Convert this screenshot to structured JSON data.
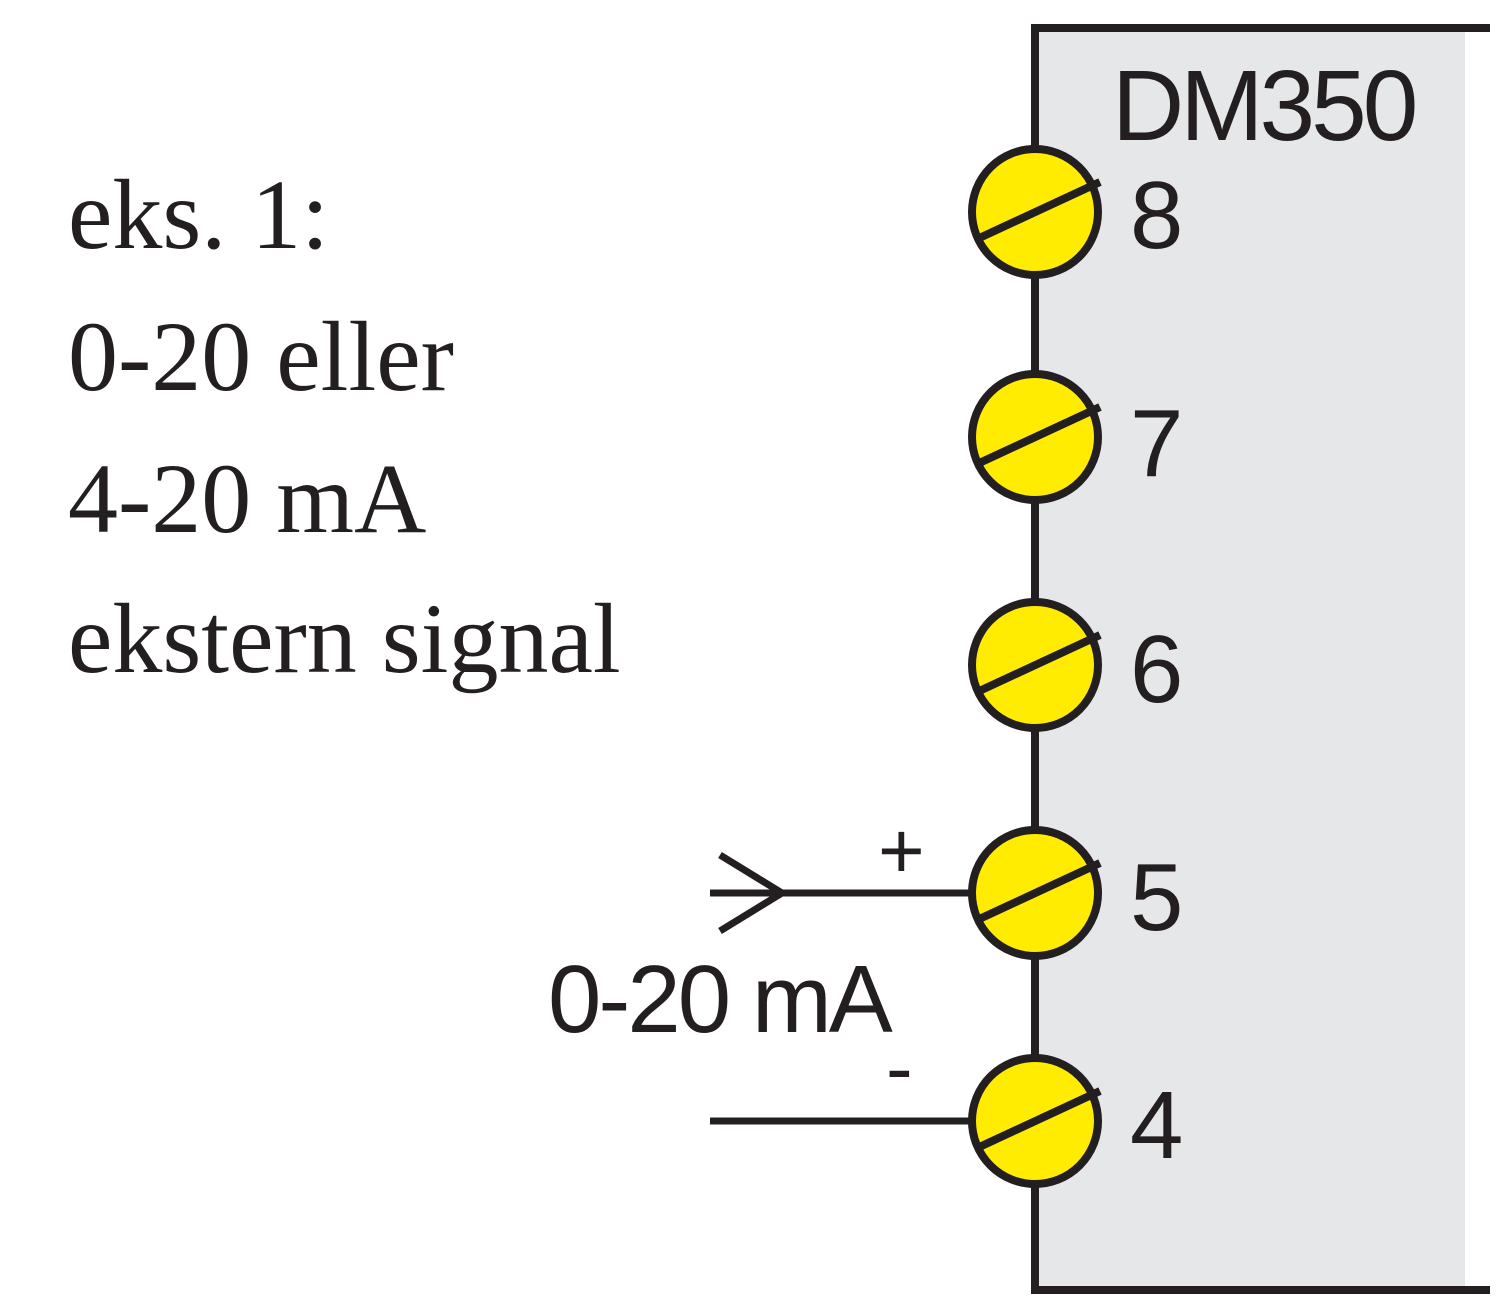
{
  "description_lines": [
    "eks. 1:",
    "0-20 eller",
    "4-20 mA",
    "ekstern signal"
  ],
  "device": {
    "name": "DM350"
  },
  "terminals": [
    "8",
    "7",
    "6",
    "5",
    "4"
  ],
  "input": {
    "plus_label": "+",
    "minus_label": "-",
    "signal_label": "0-20 mA"
  },
  "colors": {
    "terminal_fill": "#ffec00",
    "device_fill": "#e6e7e9",
    "line": "#231f20"
  }
}
